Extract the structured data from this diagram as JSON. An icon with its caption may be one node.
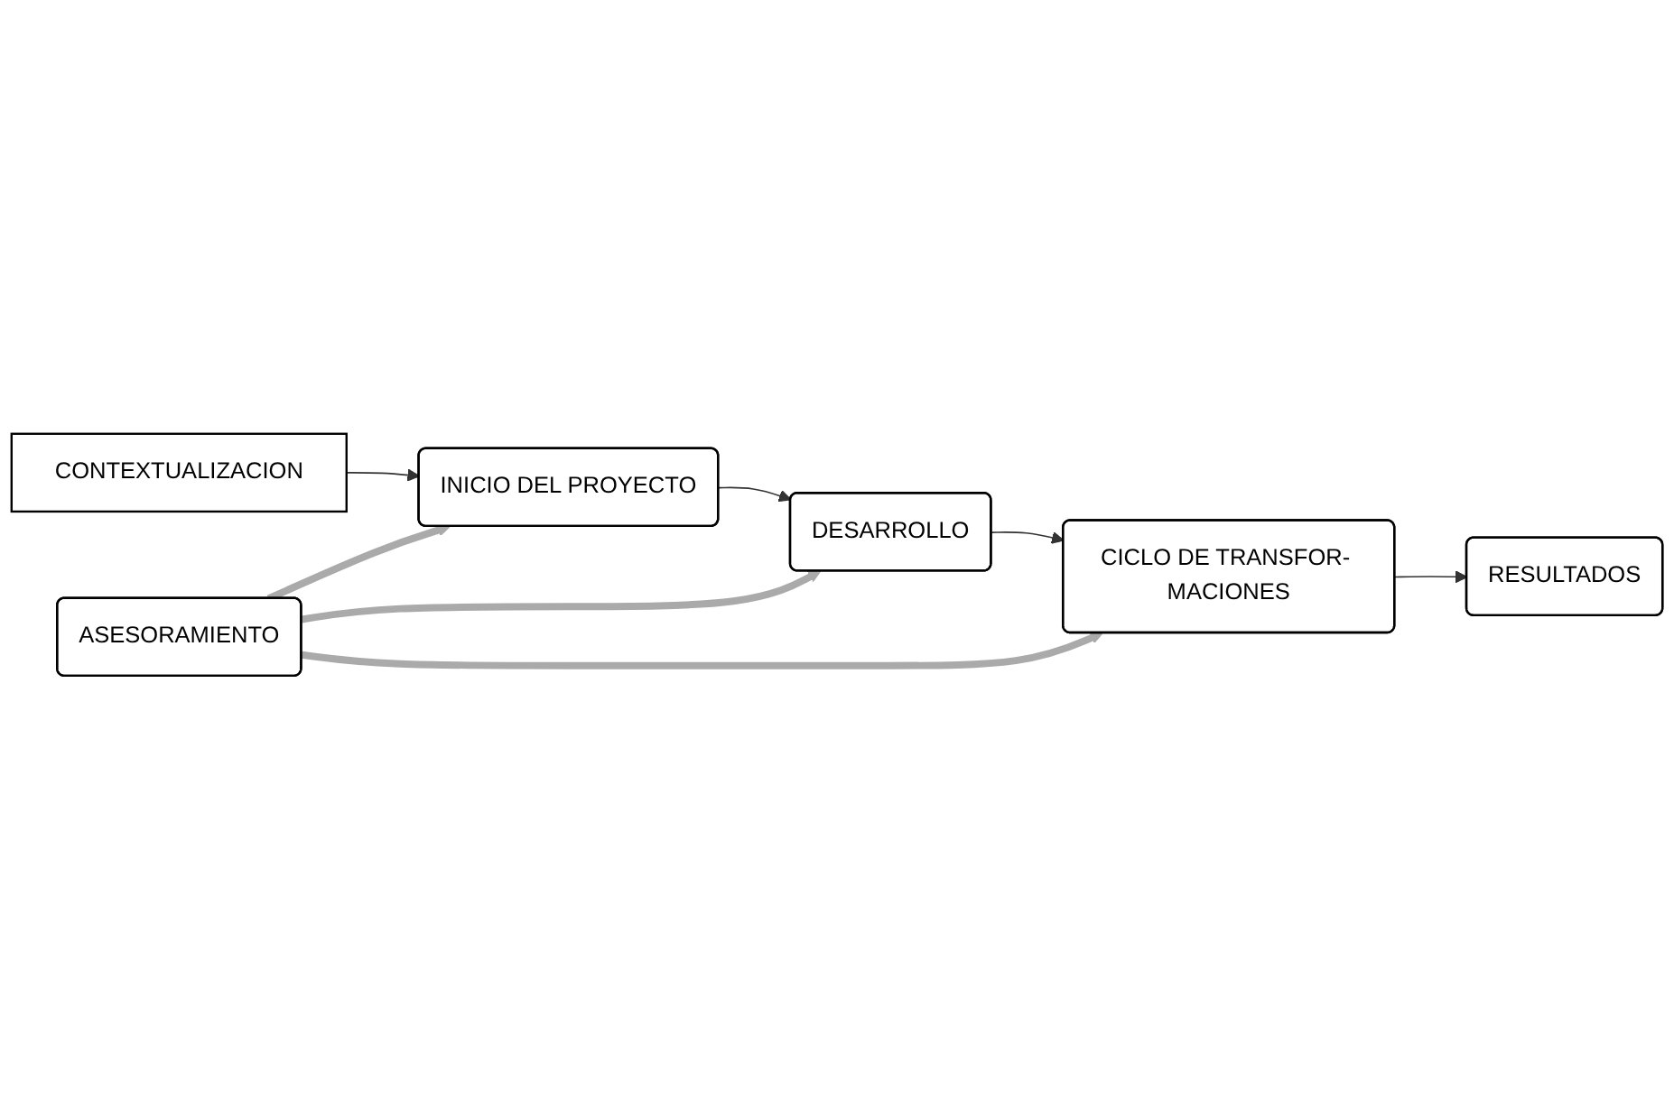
{
  "diagram": {
    "nodes": [
      {
        "text": [
          "CONTEXTUALIZACION"
        ]
      },
      {
        "text": [
          "INICIO DEL PROYECTO"
        ]
      },
      {
        "text": [
          "DESARROLLO"
        ]
      },
      {
        "text": [
          "CICLO DE TRANSFOR- MACIONES"
        ]
      },
      {
        "text": [
          "ASESORAMIENTO"
        ]
      },
      {
        "text": [
          "RESULTADOS"
        ]
      }
    ],
    "edges": [
      {
        "from": 0,
        "to": 1,
        "arrow": "to"
      },
      {
        "from": 1,
        "to": 2,
        "arrow": "to"
      },
      {
        "from": 2,
        "to": 3,
        "arrow": "to"
      },
      {
        "from": 3,
        "to": 5,
        "arrow": "to"
      },
      {
        "from": 4,
        "to": 1,
        "arrow": "to",
        "style": "thick",
        "color": "#aaaaaa"
      },
      {
        "from": 4,
        "to": 2,
        "arrow": "to",
        "style": "thick",
        "color": "#aaaaaa"
      },
      {
        "from": 4,
        "to": 3,
        "arrow": "to",
        "style": "thick",
        "color": "#aaaaaa"
      }
    ]
  }
}
